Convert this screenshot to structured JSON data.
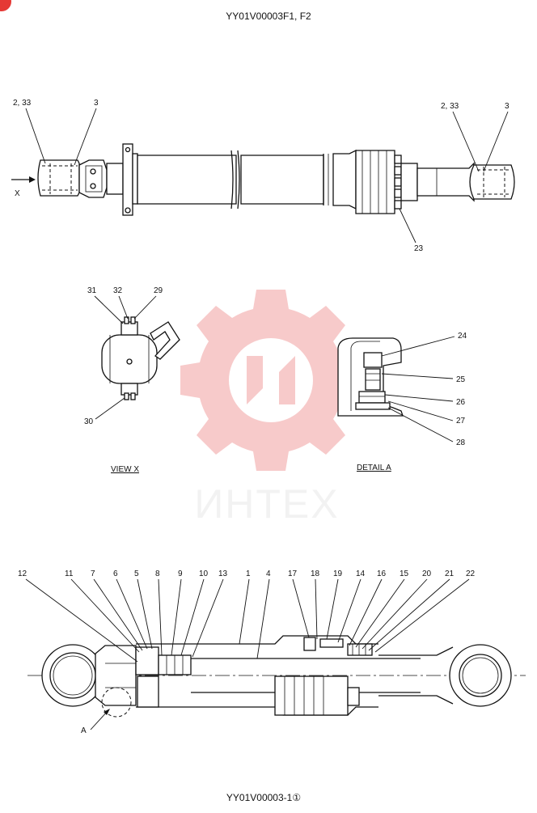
{
  "header": {
    "code": "YY01V00003F1, F2"
  },
  "footer": {
    "code": "YY01V00003-1①"
  },
  "watermark": {
    "text": "ИНТЕХ",
    "color": "#f2a0a0"
  },
  "arrows": {
    "view_x": "X",
    "detail_a": "A"
  },
  "captions": {
    "view_x": "VIEW  X",
    "detail_a": "DETAIL  A"
  },
  "callouts": {
    "top": [
      "2, 33",
      "3",
      "2, 33",
      "3",
      "23"
    ],
    "view_x": [
      "31",
      "32",
      "29",
      "30"
    ],
    "detail_a": [
      "24",
      "25",
      "26",
      "27",
      "28"
    ],
    "section": [
      "12",
      "11",
      "7",
      "6",
      "5",
      "8",
      "9",
      "10",
      "13",
      "1",
      "4",
      "17",
      "18",
      "19",
      "14",
      "16",
      "15",
      "20",
      "21",
      "22"
    ]
  }
}
